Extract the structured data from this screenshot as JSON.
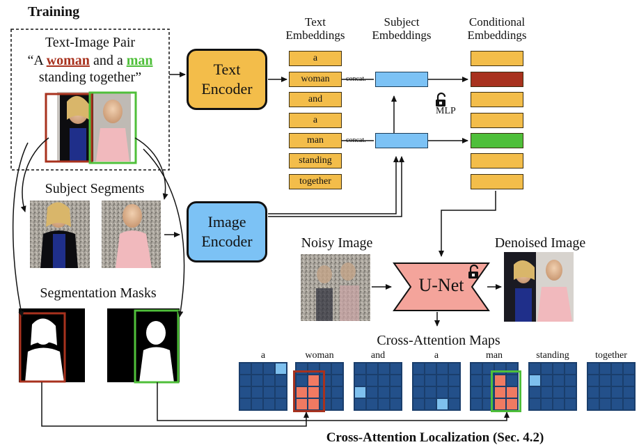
{
  "section_title": "Training",
  "pair": {
    "title": "Text-Image Pair",
    "caption_open": "“A ",
    "word_woman": "woman",
    "caption_mid": " and a ",
    "word_man": "man",
    "caption_end": "standing together”"
  },
  "text_encoder": {
    "line1": "Text",
    "line2": "Encoder"
  },
  "image_encoder": {
    "line1": "Image",
    "line2": "Encoder"
  },
  "text_embeddings": {
    "header1": "Text",
    "header2": "Embeddings",
    "tokens": [
      "a",
      "woman",
      "and",
      "a",
      "man",
      "standing",
      "together"
    ]
  },
  "subject_embeddings": {
    "header1": "Subject",
    "header2": "Embeddings"
  },
  "conditional_embeddings": {
    "header1": "Conditional",
    "header2": "Embeddings"
  },
  "concat_label": "concat.",
  "mlp_label": "MLP",
  "subject_segments_label": "Subject Segments",
  "segmentation_masks_label": "Segmentation Masks",
  "noisy_image_label": "Noisy Image",
  "denoised_image_label": "Denoised Image",
  "unet_label": "U-Net",
  "cross_attention": {
    "title": "Cross-Attention Maps",
    "words": [
      "a",
      "woman",
      "and",
      "a",
      "man",
      "standing",
      "together"
    ]
  },
  "footer": "Cross-Attention Localization (Sec. 4.2)",
  "colors": {
    "token_fill": "#f3bd4a",
    "subject_fill": "#7cc2f5",
    "woman_highlight": "#a8321e",
    "man_highlight": "#4fbf3a",
    "unet_fill": "#f4a49b",
    "grid_dark": "#23508a",
    "grid_light": "#7ec0ee",
    "grid_hot": "#f07a62"
  },
  "icons": [
    "lock-icon",
    "unlock-icon"
  ]
}
